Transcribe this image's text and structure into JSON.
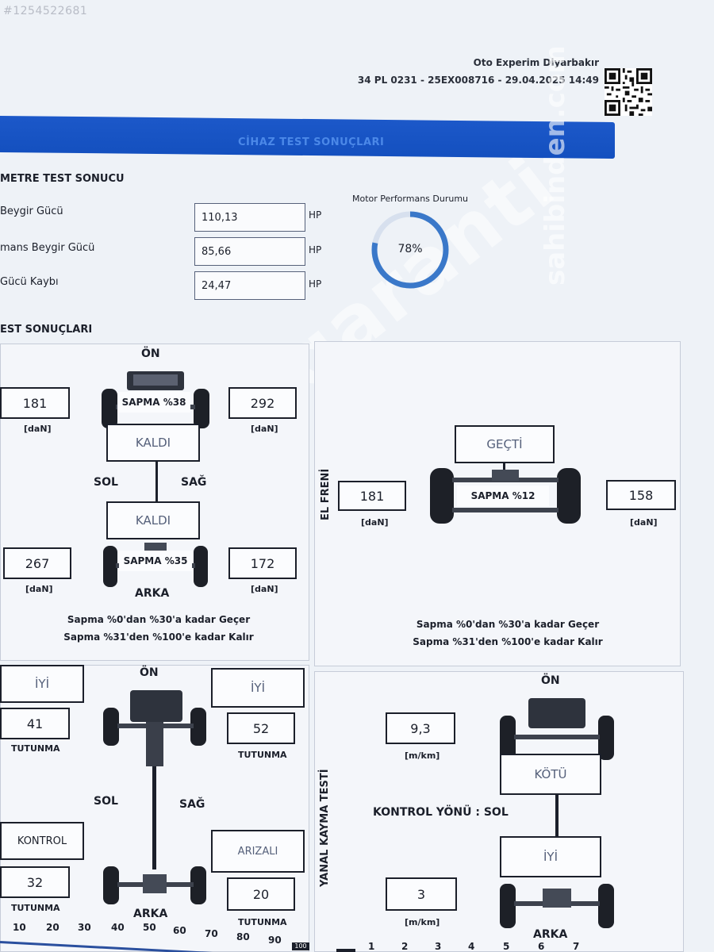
{
  "listing_id": "#1254522681",
  "header": {
    "company": "Oto Experim Diyarbakır",
    "meta": "34 PL 0231 - 25EX008716 - 29.04.2025 14:49"
  },
  "banner_title": "CİHAZ TEST SONUÇLARI",
  "dyno": {
    "section_title": "METRE TEST SONUCU",
    "rows": [
      {
        "label": "Beygir Gücü",
        "value": "110,13",
        "unit": "HP"
      },
      {
        "label": "mans Beygir Gücü",
        "value": "85,66",
        "unit": "HP"
      },
      {
        "label": "Gücü Kaybı",
        "value": "24,47",
        "unit": "HP"
      }
    ],
    "gauge_title": "Motor Performans Durumu",
    "gauge_value": "78%",
    "gauge_fraction": 0.78,
    "gauge_color": "#3a78c9"
  },
  "brake": {
    "section_title": "EST SONUÇLARI",
    "front_label": "ÖN",
    "rear_label": "ARKA",
    "left_label": "SOL",
    "right_label": "SAĞ",
    "front_left": "181",
    "front_right": "292",
    "rear_left": "267",
    "rear_right": "172",
    "unit": "[daN]",
    "front_sapma": "SAPMA %38",
    "rear_sapma": "SAPMA %35",
    "front_status": "KALDI",
    "rear_status": "KALDI",
    "note_1": "Sapma %0'dan %30'a kadar Geçer",
    "note_2": "Sapma %31'den %100'e kadar Kalır"
  },
  "handbrake": {
    "side_label": "EL FRENİ",
    "status": "GEÇTİ",
    "sapma": "SAPMA %12",
    "left": "181",
    "right": "158",
    "unit": "[daN]",
    "note_1": "Sapma %0'dan %30'a kadar Geçer",
    "note_2": "Sapma %31'den %100'e kadar Kalır"
  },
  "suspension": {
    "front_label": "ÖN",
    "rear_label": "ARKA",
    "left_label": "SOL",
    "right_label": "SAĞ",
    "front_left_status": "İYİ",
    "front_right_status": "İYİ",
    "front_left_value": "41",
    "front_right_value": "52",
    "rear_left_status": "KONTROL",
    "rear_right_status": "ARIZALI",
    "rear_left_value": "32",
    "rear_right_value": "20",
    "grip_label": "TUTUNMA",
    "scale": [
      "10",
      "20",
      "30",
      "40",
      "50",
      "60",
      "70",
      "80",
      "90",
      "100"
    ]
  },
  "sideslip": {
    "side_label": "YANAL KAYMA TESTİ",
    "front_label": "ÖN",
    "rear_label": "ARKA",
    "front_value": "9,3",
    "rear_value": "3",
    "unit": "[m/km]",
    "direction": "KONTROL YÖNÜ : SOL",
    "front_status": "KÖTÜ",
    "rear_status": "İYİ",
    "scale": [
      "1",
      "2",
      "3",
      "4",
      "5",
      "6",
      "7"
    ]
  },
  "watermark": "sahibinden.com",
  "watermark_main": "satışgaranti",
  "colors": {
    "banner": "#1450bf",
    "paper": "#eef2f7"
  }
}
